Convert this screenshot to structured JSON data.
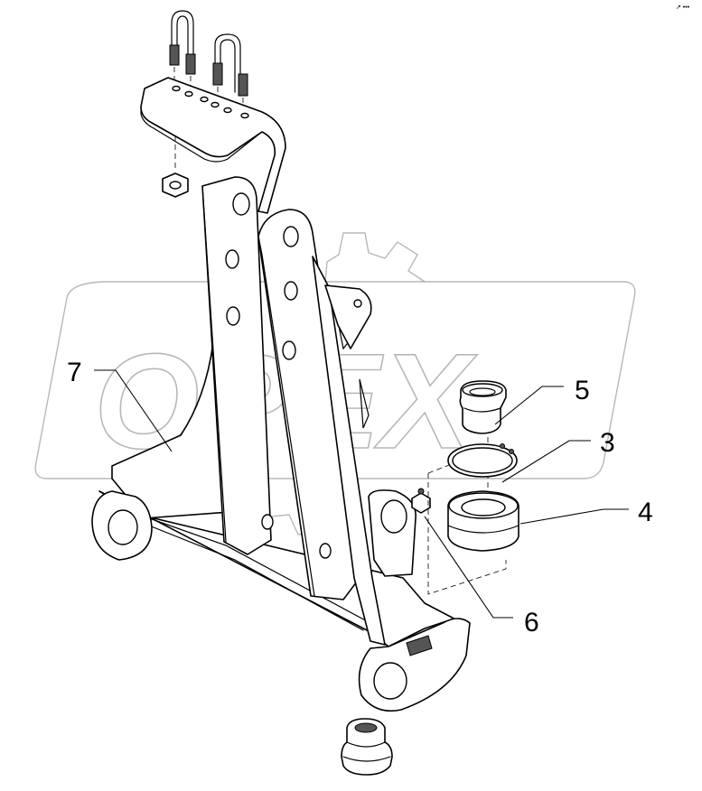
{
  "diagram": {
    "callouts": {
      "c7": "7",
      "c5": "5",
      "c3": "3",
      "c4": "4",
      "c6": "6"
    },
    "watermark": {
      "text": "OPEX"
    },
    "corner_mark": "↗ •••",
    "line_color": "#000000",
    "watermark_color": "#9a9a9a"
  }
}
